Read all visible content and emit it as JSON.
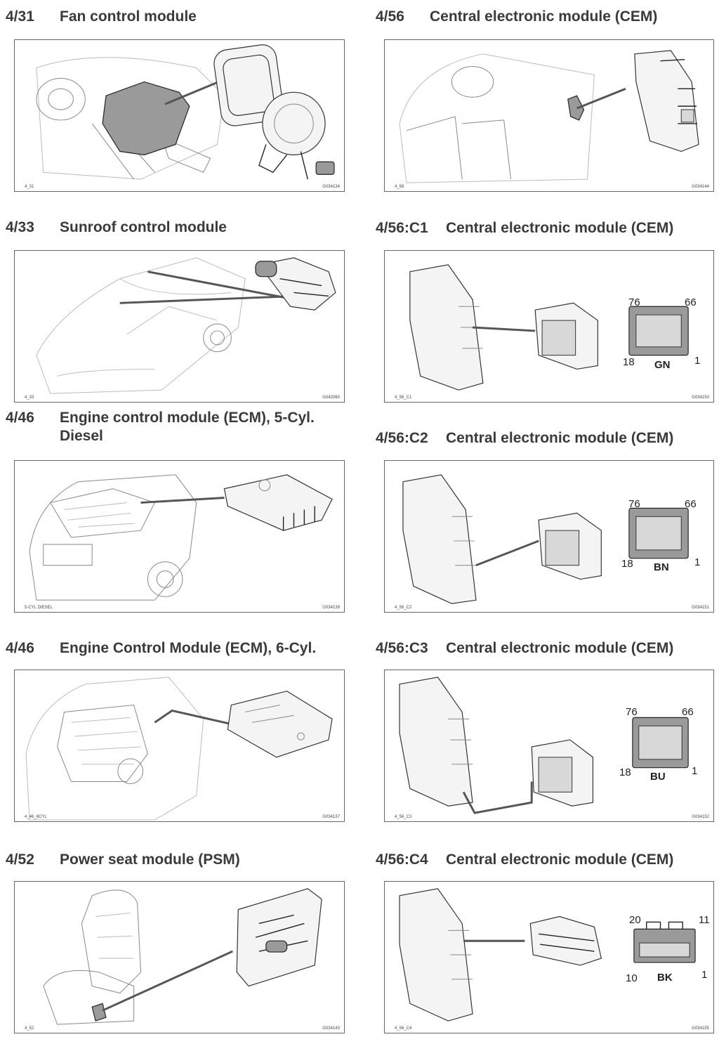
{
  "sections": [
    {
      "code": "4/31",
      "title": "Fan control module",
      "tag_left": "4_31",
      "tag_right": "G034134"
    },
    {
      "code": "4/33",
      "title": "Sunroof control module",
      "tag_left": "4_33",
      "tag_right": "G042060"
    },
    {
      "code": "4/46",
      "title": "Engine control module (ECM), 5-Cyl.",
      "title_line2": "Diesel",
      "tag_left": "5-CYL DIESEL",
      "tag_right": "G034139"
    },
    {
      "code": "4/46",
      "title": "Engine Control Module (ECM), 6-Cyl.",
      "tag_left": "4_46_6CYL",
      "tag_right": "G034137"
    },
    {
      "code": "4/52",
      "title": "Power seat module (PSM)",
      "tag_left": "4_52",
      "tag_right": "G034143"
    },
    {
      "code": "4/56",
      "title": "Central electronic module (CEM)",
      "tag_left": "4_56",
      "tag_right": "G034144"
    },
    {
      "code": "4/56:C1",
      "title": "Central electronic module (CEM)",
      "tag_left": "4_56_C1",
      "tag_right": "G034150",
      "connector": {
        "pin_tl": "76",
        "pin_tr": "66",
        "pin_bl": "18",
        "pin_br": "1",
        "color": "GN"
      }
    },
    {
      "code": "4/56:C2",
      "title": "Central electronic module (CEM)",
      "tag_left": "4_56_C2",
      "tag_right": "G034151",
      "connector": {
        "pin_tl": "76",
        "pin_tr": "66",
        "pin_bl": "18",
        "pin_br": "1",
        "color": "BN"
      }
    },
    {
      "code": "4/56:C3",
      "title": "Central electronic module (CEM)",
      "tag_left": "4_56_C3",
      "tag_right": "G034152",
      "connector": {
        "pin_tl": "76",
        "pin_tr": "66",
        "pin_bl": "18",
        "pin_br": "1",
        "color": "BU"
      }
    },
    {
      "code": "4/56:C4",
      "title": "Central electronic module (CEM)",
      "tag_left": "4_56_C4",
      "tag_right": "G034155",
      "connector": {
        "pin_tl": "20",
        "pin_tr": "11",
        "pin_bl": "10",
        "pin_br": "1",
        "color": "BK"
      }
    }
  ]
}
